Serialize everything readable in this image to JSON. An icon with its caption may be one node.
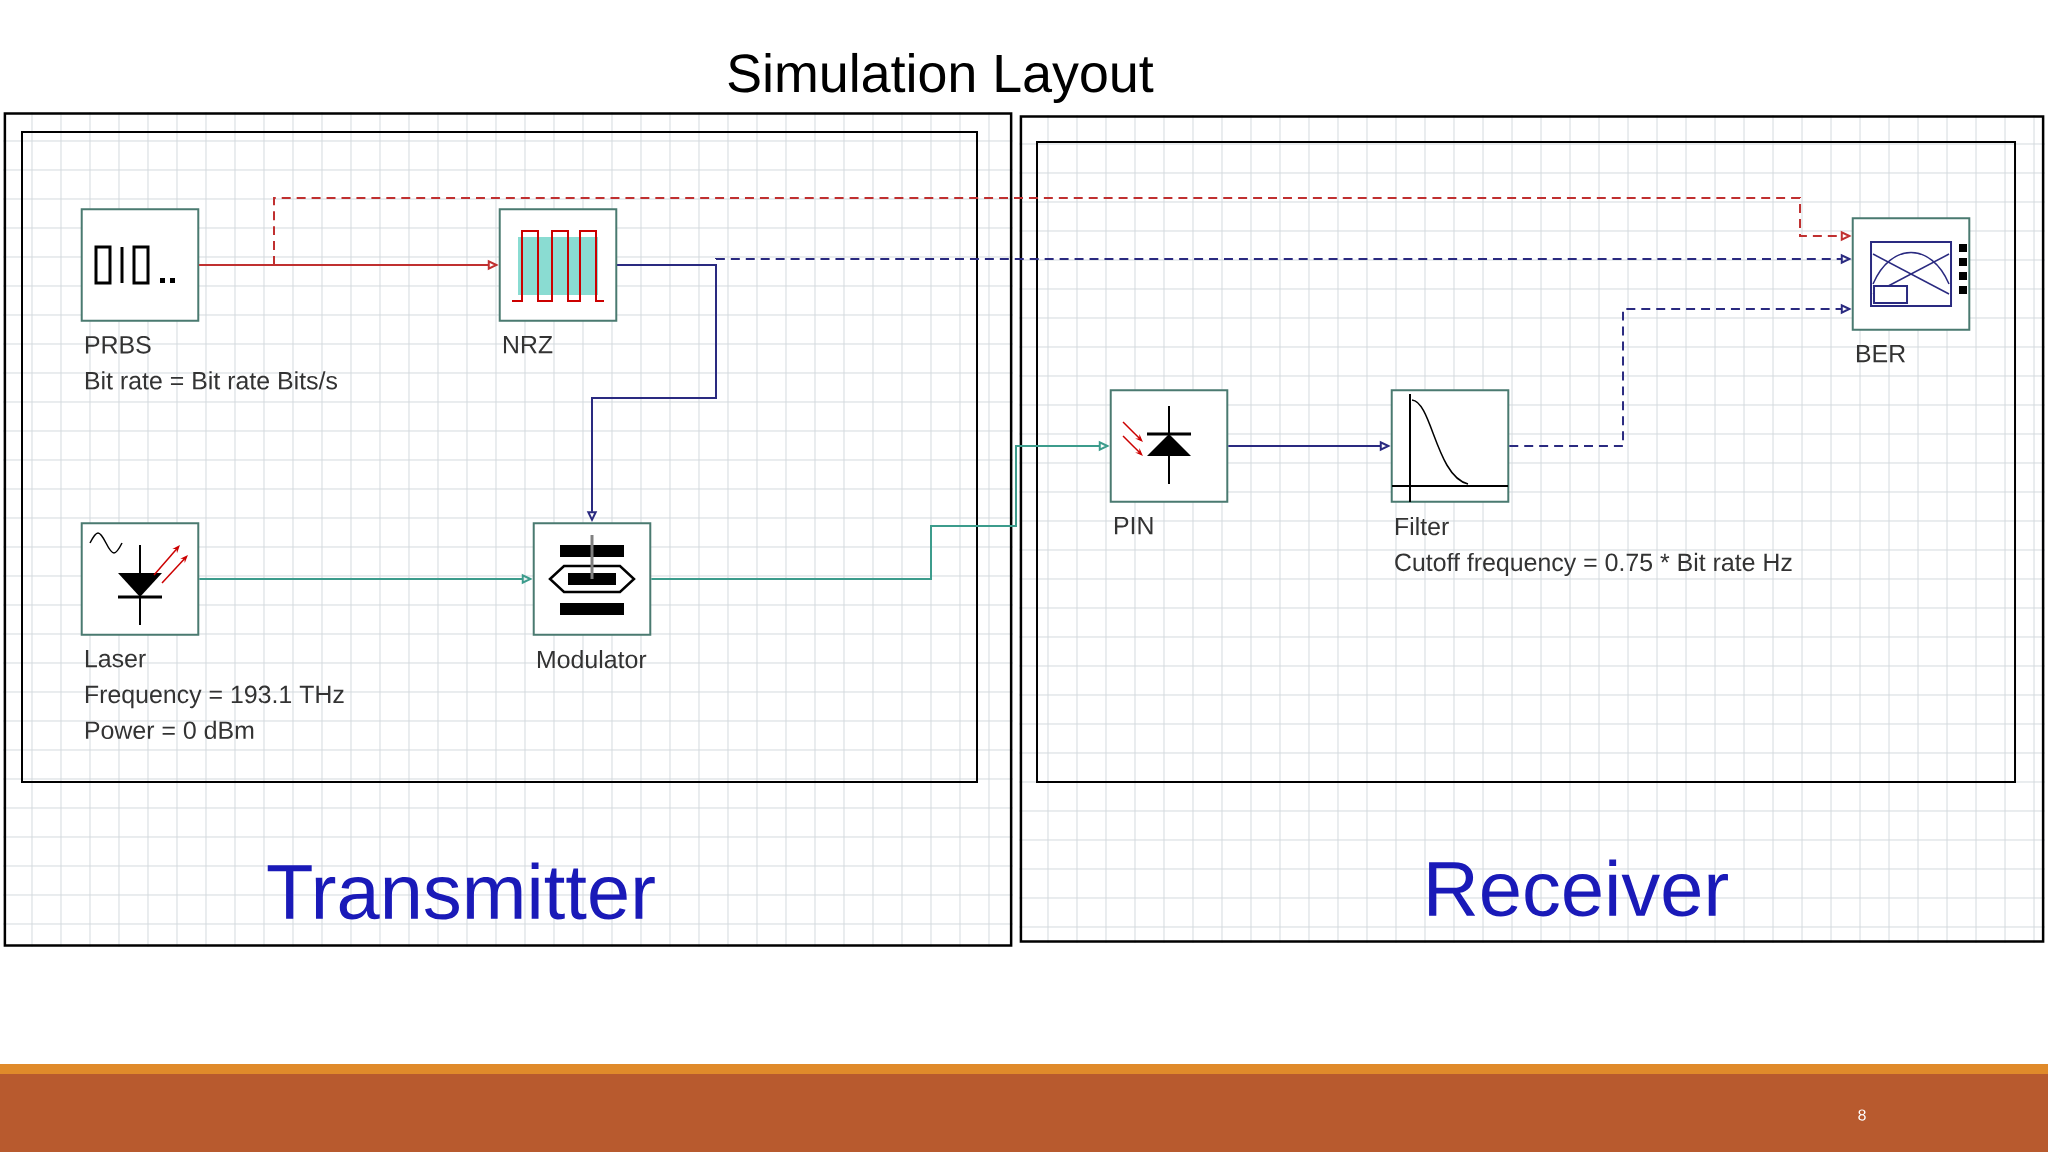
{
  "diagram": {
    "title": "Simulation Layout",
    "nodes": [
      {
        "text": [
          "Transmitter"
        ]
      },
      {
        "text": [
          "PRBS",
          "Bit rate = Bit rate Bits/s"
        ],
        "in": 0
      },
      {
        "text": [
          "NRZ"
        ],
        "in": 0
      },
      {
        "text": [
          "Laser",
          "Frequency = 193.1 THz",
          "Power = 0 dBm"
        ],
        "in": 0
      },
      {
        "text": [
          "Modulator"
        ],
        "in": 0
      },
      {
        "text": [
          "Receiver"
        ]
      },
      {
        "text": [
          "BER"
        ],
        "in": 5
      },
      {
        "text": [
          "PIN"
        ],
        "in": 5
      },
      {
        "text": [
          "Filter",
          "Cutoff frequency = 0.75 * Bit rate Hz"
        ],
        "in": 5
      }
    ],
    "edges": [
      {
        "from": 1,
        "to": 2,
        "arrow": "to",
        "color": "#c03030"
      },
      {
        "from": 1,
        "to": 6,
        "arrow": "to",
        "style": "dashed",
        "color": "#c03030"
      },
      {
        "from": 2,
        "to": 6,
        "arrow": "to",
        "style": "dashed",
        "color": "#2a2a80"
      },
      {
        "from": 2,
        "to": 4,
        "arrow": "to",
        "color": "#2a2a80"
      },
      {
        "from": 3,
        "to": 4,
        "arrow": "to",
        "color": "#3c9c8c"
      },
      {
        "from": 4,
        "to": 7,
        "arrow": "to",
        "color": "#3c9c8c"
      },
      {
        "from": 7,
        "to": 8,
        "arrow": "to",
        "color": "#2a2a80"
      },
      {
        "from": 8,
        "to": 6,
        "arrow": "to",
        "style": "dashed",
        "color": "#2a2a80"
      }
    ],
    "labels": [
      "8"
    ]
  }
}
